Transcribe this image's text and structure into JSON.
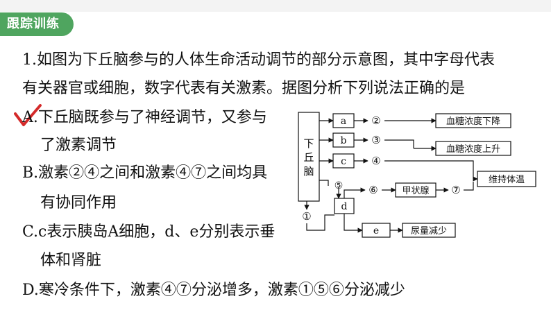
{
  "tag_label": "跟踪训练",
  "question": {
    "line1": "1.如图为下丘脑参与的人体生命活动调节的部分示意图，其中字母代表",
    "line2": "有关器官或细胞，数字代表有关激素。据图分析下列说法正确的是"
  },
  "options": {
    "a_1": "A.下丘脑既参与了神经调节，又参与",
    "a_2": "了激素调节",
    "b_1": "B.激素②④之间和激素④⑦之间均具",
    "b_2": "有协同作用",
    "c_1": "C.c表示胰岛A细胞，d、e分别表示垂",
    "c_2": "体和肾脏",
    "d": "D.寒冷条件下，激素④⑦分泌增多，激素①⑤⑥分泌减少"
  },
  "diagram": {
    "hypothalamus": "下丘脑",
    "node_a": "a",
    "node_b": "b",
    "node_c": "c",
    "node_d": "d",
    "node_e": "e",
    "h1": "①",
    "h2": "②",
    "h3": "③",
    "h4": "④",
    "h5": "⑤",
    "h6": "⑥",
    "h7": "⑦",
    "out_glucose_down": "血糖浓度下降",
    "out_glucose_up": "血糖浓度上升",
    "out_body_temp": "维持体温",
    "thyroid": "甲状腺",
    "out_urine": "尿量减少"
  },
  "colors": {
    "tag": "#4fa55f",
    "check": "#d42a2a"
  }
}
